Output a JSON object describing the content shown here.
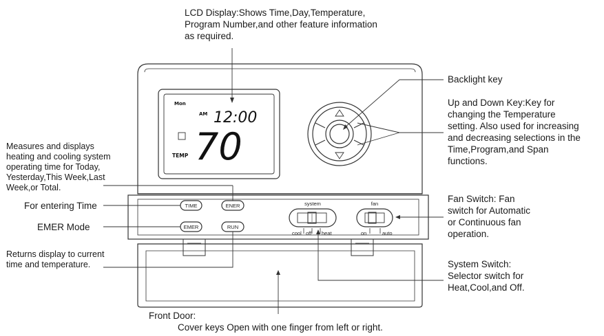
{
  "callouts": {
    "lcd": [
      "LCD Display:Shows Time,Day,Temperature,",
      "Program Number,and other feature information",
      "as required."
    ],
    "backlight": "Backlight key",
    "updown": [
      "Up and Down Key:Key for",
      "changing the Temperature",
      "setting. Also used for increasing",
      "and decreasing selections in the",
      "Time,Program,and Span",
      "functions."
    ],
    "measures": [
      "Measures and displays",
      "heating and cooling system",
      "operating time for Today,",
      "Yesterday,This Week,Last",
      "Week,or Total."
    ],
    "time_entry": "For entering Time",
    "emer_mode": "EMER Mode",
    "returns": [
      "Returns display to current",
      "time and temperature."
    ],
    "fan_switch": [
      "Fan Switch: Fan",
      "switch for Automatic",
      "or Continuous fan",
      "operation."
    ],
    "system_switch": [
      "System Switch:",
      "Selector switch for",
      "Heat,Cool,and Off."
    ],
    "front_door": [
      "Front Door:",
      "Cover keys Open with one finger from left or right."
    ]
  },
  "lcd": {
    "day": "Mon",
    "ampm": "AM",
    "time": "12:00",
    "temperature": "70",
    "temp_label": "TEMP"
  },
  "keys": {
    "time": "TIME",
    "ener": "ENER",
    "emer": "EMER",
    "run": "RUN"
  },
  "switches": {
    "system_label": "system",
    "system_positions": [
      "cool",
      "off",
      "heat"
    ],
    "fan_label": "fan",
    "fan_positions": [
      "on",
      "auto"
    ]
  },
  "icons": {
    "up": "triangle-up-icon",
    "down": "triangle-down-icon"
  }
}
